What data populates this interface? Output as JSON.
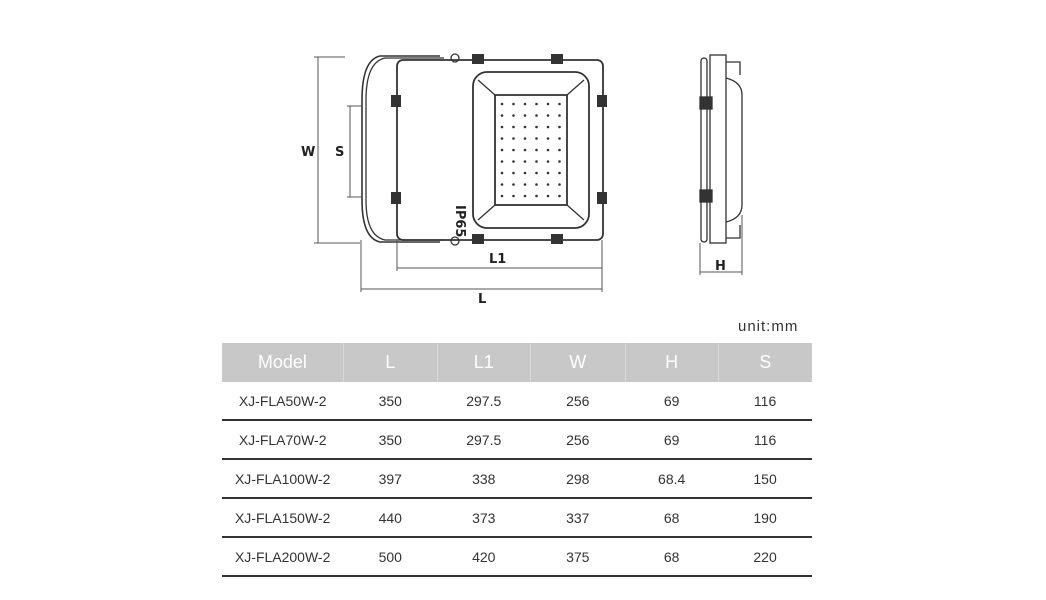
{
  "drawing": {
    "labels": {
      "W": "W",
      "S": "S",
      "L1": "L1",
      "L": "L",
      "H": "H",
      "ip": "IP65"
    }
  },
  "unit": "unit:mm",
  "table": {
    "headers": [
      "Model",
      "L",
      "L1",
      "W",
      "H",
      "S"
    ],
    "rows": [
      [
        "XJ-FLA50W-2",
        "350",
        "297.5",
        "256",
        "69",
        "116"
      ],
      [
        "XJ-FLA70W-2",
        "350",
        "297.5",
        "256",
        "69",
        "116"
      ],
      [
        "XJ-FLA100W-2",
        "397",
        "338",
        "298",
        "68.4",
        "150"
      ],
      [
        "XJ-FLA150W-2",
        "440",
        "373",
        "337",
        "68",
        "190"
      ],
      [
        "XJ-FLA200W-2",
        "500",
        "420",
        "375",
        "68",
        "220"
      ]
    ]
  }
}
